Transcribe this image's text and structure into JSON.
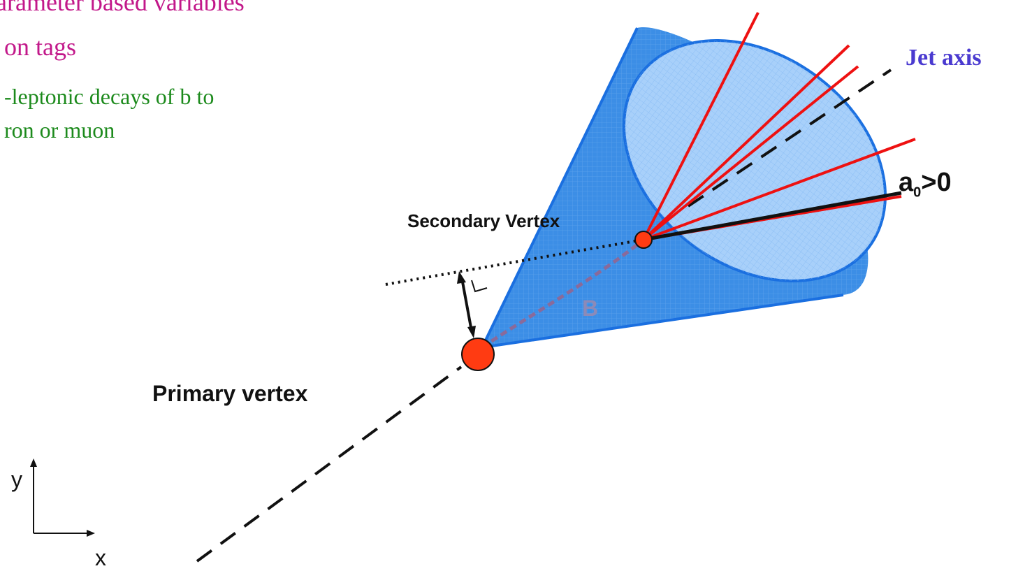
{
  "text_lines": [
    "arameter based variables",
    "on tags",
    "-leptonic decays of b to",
    "ron or muon"
  ],
  "labels": {
    "jet_axis": "Jet axis",
    "impact_param_main": "a",
    "impact_param_sub": "0",
    "impact_param_rest": ">0",
    "secondary_vertex": "Secondary Vertex",
    "primary_vertex": "Primary vertex",
    "b_label": "B",
    "axis_x": "x",
    "axis_y": "y"
  },
  "colors": {
    "cone_fill": "#3c8ee6",
    "cone_edge": "#1a6fe0",
    "track_red": "#ee1111",
    "vertex_red": "#ff3b12",
    "heading_magenta": "#c2188a",
    "bullet_green": "#1c8a1c",
    "jet_axis_label": "#4a3ad0",
    "b_path": "#8a6a9a"
  }
}
